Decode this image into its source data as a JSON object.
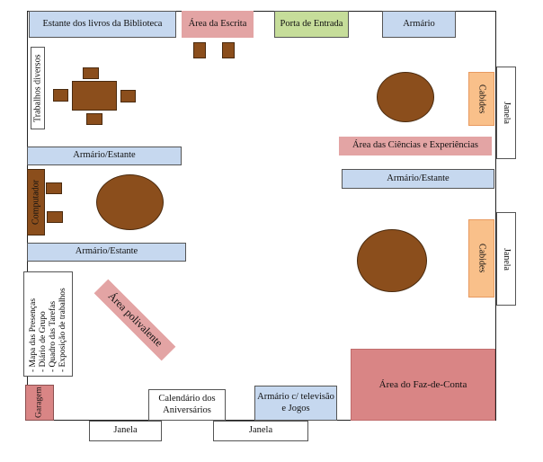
{
  "areas": {
    "estante_biblioteca": "Estante dos livros da Biblioteca",
    "area_escrita": "Área da Escrita",
    "porta_entrada": "Porta de Entrada",
    "armario_top": "Armário",
    "trabalhos_diversos": "Trabalhos diversos",
    "armario_estante_1": "Armário/Estante",
    "computador": "Computador",
    "armario_estante_2": "Armário/Estante",
    "armario_estante_right": "Armário/Estante",
    "area_ciencias": "Área das Ciências e Experiências",
    "cabides_1": "Cabides",
    "janela_right_1": "Janela",
    "cabides_2": "Cabides",
    "janela_right_2": "Janela",
    "area_polivalente": "Área polivalente",
    "area_faz_de_conta": "Área do Faz-de-Conta",
    "garagem": "Garagem",
    "calendario": "Calendário dos Aniversários",
    "armario_tv": "Armário c/ televisão e Jogos",
    "janela_bottom_1": "Janela",
    "janela_bottom_2": "Janela"
  },
  "wall_list": {
    "items": [
      "Mapa das Presenças",
      "Diário de Grupo",
      "Quadro das Tarefas",
      "Exposição de trabalhos"
    ]
  },
  "colors": {
    "furniture": "#8b4e1c",
    "shelf_blue": "#c6d8ef",
    "area_pink": "#e3a4a4",
    "salmon": "#f9c08a",
    "door_green": "#c6dd9a",
    "play_area": "#d98585"
  }
}
